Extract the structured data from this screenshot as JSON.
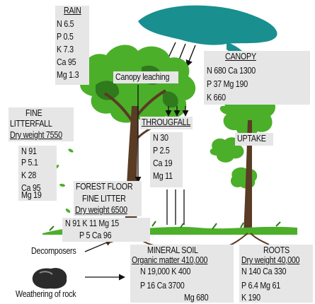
{
  "rain": {
    "title": "RAIN",
    "rows": [
      "N   6.5",
      "P   0.5",
      "K   7.3",
      "Ca  95",
      "Mg  1.3"
    ]
  },
  "canopy": {
    "title": "CANOPY",
    "rows": [
      "N  680  Ca  1300",
      "P   37   Mg  190",
      "K  660"
    ]
  },
  "canopy_leaching": "Canopy leaching",
  "fine_litterfall": {
    "title_line1": "FINE",
    "title_line2": "LITTERFALL",
    "dry_weight": "Dry weight 7550",
    "rows": [
      "N   91",
      "P   5.1",
      "K   28",
      "Ca  95",
      "Mg  19"
    ]
  },
  "throughfall": {
    "title": "THROUGFALL",
    "rows": [
      "N   30",
      "P   2.5",
      "Ca  19",
      "Mg  11"
    ]
  },
  "uptake": "UPTAKE",
  "forest_floor": {
    "title_line1": "FOREST FLOOR",
    "title_line2": "FINE LITTER",
    "dry_weight": "Dry weight 6500",
    "row1": "N  91   K  11  Mg  15",
    "row2": "P   5   Ca  96"
  },
  "decomposers": "Decomposers",
  "mineral_soil": {
    "title": "MINERAL SOIL",
    "organic_matter": "Organic matter 410,000",
    "row1": "N  19,000  K   400",
    "row2": "P      16  Ca  3700",
    "row3": "Mg  680"
  },
  "roots": {
    "title": "ROOTS",
    "dry_weight": "Dry weight 40,000",
    "row1": "N   140  Ca  330",
    "row2": "P   6.4   Mg   61",
    "row3": "K   190"
  },
  "weathering": "Weathering of rock",
  "colors": {
    "cloud": "#1a8f8f",
    "leaf": "#4caf2a",
    "leaf_dark": "#2f7a1c",
    "trunk": "#5a3b24",
    "label_bg": "#e6e6e6",
    "rock": "#2b2b2b"
  },
  "icons": [
    "rain-cloud-icon",
    "tree-icon",
    "rock-icon",
    "arrow-icon"
  ]
}
